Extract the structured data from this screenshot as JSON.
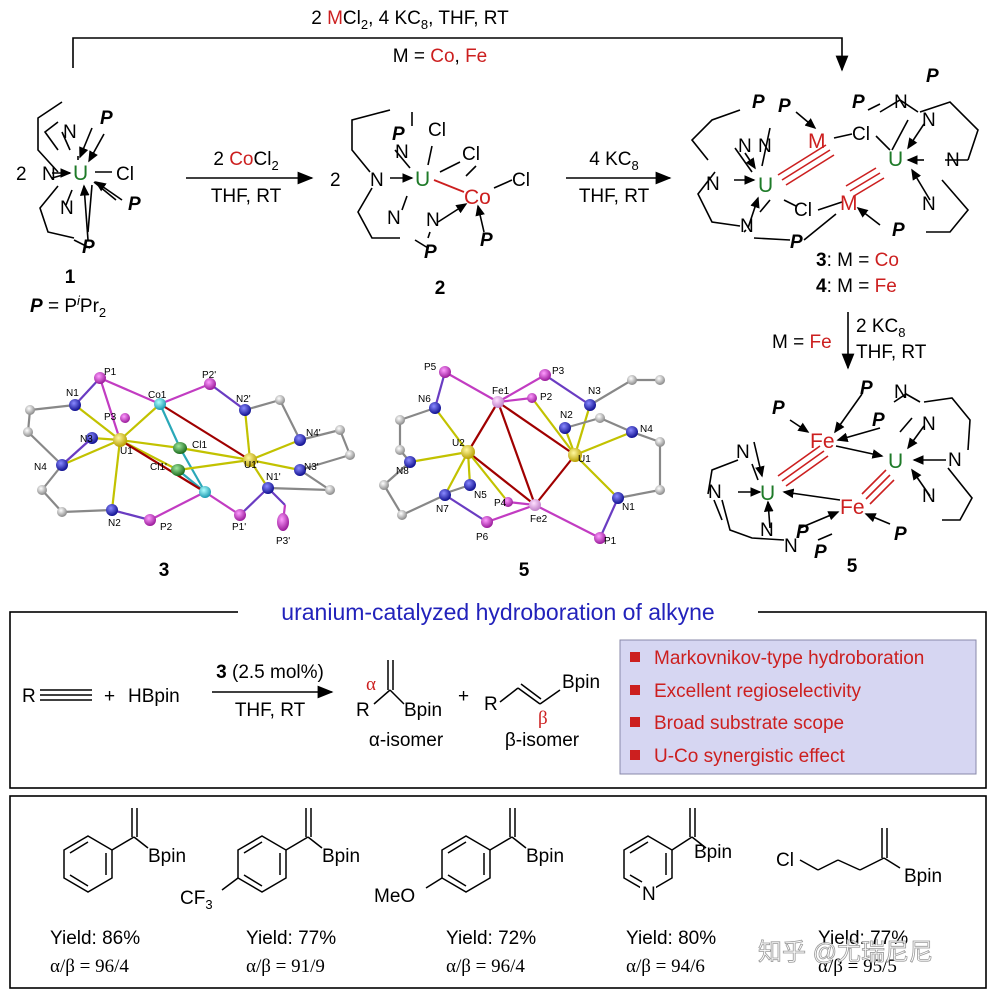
{
  "top_arrow": {
    "label_pre": "2 ",
    "label_metal": "M",
    "label_post": "Cl",
    "label_sub": "2",
    "label_tail": ", 4 KC",
    "label_tail_sub": "8",
    "label_end": ", THF, RT",
    "m_eq": "M = ",
    "m_co": "Co",
    "m_comma": ", ",
    "m_fe": "Fe"
  },
  "compound1": {
    "number": "1",
    "coef": "2",
    "atoms": {
      "U": "U",
      "N": "N",
      "Cl": "Cl",
      "P": "P"
    },
    "def_p": "P",
    "def_eq": " = P",
    "def_i": "i",
    "def_pr": "Pr",
    "def_sub": "2"
  },
  "step1": {
    "reagent_num": "2 ",
    "reagent_metal": "Co",
    "reagent_cl": "Cl",
    "reagent_sub": "2",
    "conditions": "THF, RT"
  },
  "compound2": {
    "number": "2",
    "coef": "2",
    "atoms": {
      "U": "U",
      "Co": "Co",
      "Cl": "Cl",
      "N": "N",
      "P": "P"
    }
  },
  "step2": {
    "reagent": "4 KC",
    "reagent_sub": "8",
    "conditions": "THF, RT"
  },
  "compound34": {
    "atoms": {
      "U": "U",
      "M": "M",
      "N": "N",
      "Cl": "Cl",
      "P": "P"
    },
    "label3_num": "3",
    "label3_text": ": M = ",
    "label3_metal": "Co",
    "label4_num": "4",
    "label4_text": ": M = ",
    "label4_metal": "Fe"
  },
  "step3": {
    "m_eq": "M = ",
    "m_fe": "Fe",
    "reagent": "2 KC",
    "reagent_sub": "8",
    "conditions": "THF, RT"
  },
  "compound5": {
    "number": "5",
    "atoms": {
      "U": "U",
      "Fe": "Fe",
      "N": "N",
      "P": "P"
    }
  },
  "xray3": {
    "caption": "3",
    "atom_labels": [
      "P1",
      "Co1",
      "P2'",
      "N1",
      "N2'",
      "P3",
      "Cl1",
      "N3",
      "U1",
      "N4'",
      "Cl1'",
      "U1'",
      "N3'",
      "N4",
      "N1'",
      "N2",
      "P2",
      "P1'",
      "P3'"
    ]
  },
  "xray5": {
    "caption": "5",
    "atom_labels": [
      "P5",
      "Fe1",
      "P3",
      "P2",
      "N3",
      "N6",
      "N2",
      "N4",
      "U2",
      "U1",
      "N8",
      "N5",
      "N7",
      "P4",
      "Fe2",
      "N1",
      "P6",
      "P1"
    ]
  },
  "catalysis": {
    "title": "uranium-catalyzed hydroboration of alkyne",
    "substrate_r": "R",
    "plus": "+",
    "reagent": "HBpin",
    "cat_num": "3",
    "cat_load": " (2.5 mol%)",
    "conditions": "THF, RT",
    "alpha_sym": "α",
    "alpha_r": "R",
    "alpha_bpin": "Bpin",
    "alpha_label": "α-isomer",
    "plus2": "+",
    "beta_r": "R",
    "beta_bpin": "Bpin",
    "beta_sym": "β",
    "beta_label": "β-isomer",
    "features": [
      "Markovnikov-type hydroboration",
      "Excellent regioselectivity",
      "Broad substrate scope",
      "U-Co synergistic effect"
    ]
  },
  "products": [
    {
      "substituent": "",
      "bpin": "Bpin",
      "yield": "Yield: 86%",
      "ratio": "α/β = 96/4"
    },
    {
      "substituent": "CF3",
      "bpin": "Bpin",
      "yield": "Yield: 77%",
      "ratio": "α/β = 91/9"
    },
    {
      "substituent": "MeO",
      "bpin": "Bpin",
      "yield": "Yield: 72%",
      "ratio": "α/β = 96/4"
    },
    {
      "substituent": "N",
      "bpin": "Bpin",
      "yield": "Yield: 80%",
      "ratio": "α/β = 94/6"
    },
    {
      "substituent": "Cl",
      "bpin": "Bpin",
      "yield": "Yield: 77%",
      "ratio": "α/β = 95/5"
    }
  ],
  "watermark": "知乎 @尤瑞尼尼",
  "colors": {
    "uranium": "#1e7a28",
    "metal": "#cc1f1f",
    "blue_title": "#2222bb",
    "feature_bg": "#d6d6f2",
    "bond_red": "#cc1f1f"
  }
}
